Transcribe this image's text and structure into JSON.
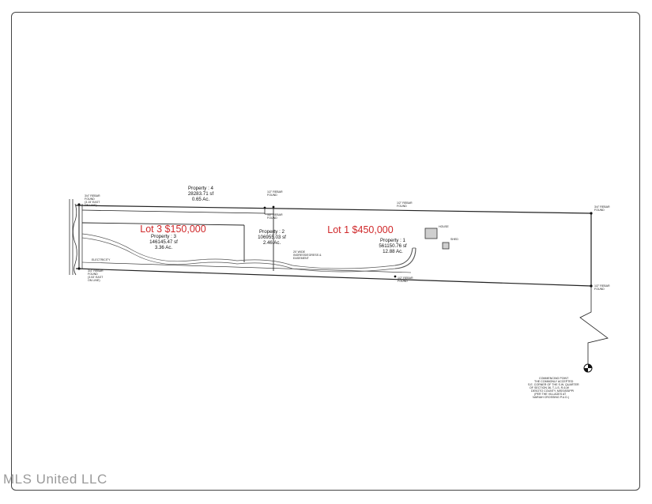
{
  "lots": [
    {
      "id": "lot1",
      "label": "Lot 1 $450,000"
    },
    {
      "id": "lot3",
      "label": "Lot 3 $150,000"
    }
  ],
  "properties": [
    {
      "id": "p4",
      "name": "Property : 4",
      "sf": "28283.71 sf",
      "acres": "0.65 Ac."
    },
    {
      "id": "p3",
      "name": "Property : 3",
      "sf": "146145.47 sf",
      "acres": "3.36 Ac."
    },
    {
      "id": "p2",
      "name": "Property : 2",
      "sf": "106955.03 sf",
      "acres": "2.46 Ac."
    },
    {
      "id": "p1",
      "name": "Property : 1",
      "sf": "561150.76 sf",
      "acres": "12.88 Ac."
    }
  ],
  "annotations": {
    "rebar_nw": [
      "3/4\" REBAR",
      "FOUND",
      "(3.15' EAST",
      "ON LINE)"
    ],
    "rebar_sw": [
      "3/4\" REBAR",
      "FOUND",
      "(3.53' EAST",
      "ON LINE)"
    ],
    "rebar_mid1": [
      "1/2\" REBAR",
      "FOUND"
    ],
    "rebar_mid2": [
      "1/2\" REBAR",
      "FOUND"
    ],
    "rebar_top_right": [
      "1/2\" REBAR",
      "FOUND"
    ],
    "rebar_ne": [
      "3/4\" REBAR",
      "FOUND"
    ],
    "rebar_se": [
      "1/2\" REBAR",
      "FOUND"
    ],
    "rebar_bottom_mid": [
      "1/2\" REBAR",
      "FOUND"
    ],
    "easement": [
      "20' WIDE",
      "INGRESS/EGRESS &",
      "EASEMENT"
    ],
    "electricity": "ELECTRICITY",
    "house": "HOUSE",
    "shed": "SHED",
    "commencing": [
      "COMMENCING POINT",
      "THE COMMONLY ACCEPTED",
      "S.E. CORNER OF THE S.W. QUARTER",
      "OF SECTION 36, T-1-S, R-6-W",
      "DESOTO COUNTY, MISSISSIPPI",
      "(PER THE VILLAGES AT",
      "NARIAH CROSSING P.U.D.)"
    ]
  },
  "watermark": "MLS United LLC"
}
